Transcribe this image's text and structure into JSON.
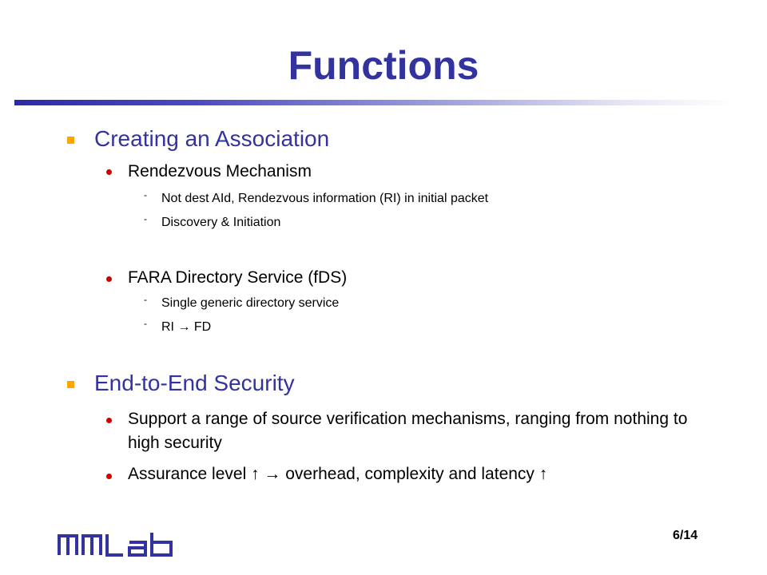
{
  "slide": {
    "title": "Functions",
    "page_number": "6/14",
    "colors": {
      "title": "#3333a0",
      "bullet_square": "#ffa500",
      "bullet_dot": "#cc0000"
    },
    "logo_text": "MMLab",
    "sections": [
      {
        "heading": "Creating an Association",
        "items": [
          {
            "text": "Rendezvous Mechanism",
            "subitems": [
              "Not dest AId, Rendezvous information (RI) in initial packet",
              "Discovery & Initiation"
            ]
          },
          {
            "text": "FARA Directory Service (fDS)",
            "subitems": [
              "Single generic directory service",
              "RI → FD"
            ]
          }
        ]
      },
      {
        "heading": "End-to-End Security",
        "items": [
          {
            "text": "Support a range of source verification mechanisms, ranging from nothing to high security",
            "subitems": []
          },
          {
            "text": "Assurance level ↑ → overhead, complexity and latency ↑",
            "subitems": []
          }
        ]
      }
    ]
  }
}
